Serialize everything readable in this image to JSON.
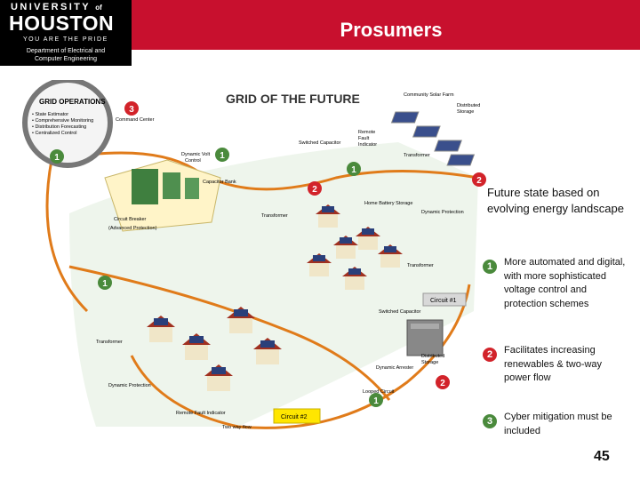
{
  "header": {
    "logo": {
      "university": "UNIVERSITY",
      "of": "of",
      "houston": "HOUSTON",
      "tagline": "YOU ARE THE PRIDE",
      "dept_line1": "Department of Electrical and",
      "dept_line2": "Computer Engineering"
    },
    "title": "Prosumers"
  },
  "diagram": {
    "title": "GRID OF THE FUTURE",
    "grid_ops": {
      "heading": "GRID OPERATIONS",
      "items": [
        "• State Estimator",
        "• Comprehensive Monitoring",
        "• Distribution Forecasting",
        "• Centralized Control"
      ]
    },
    "labels": {
      "command_center": "Command Center",
      "community_solar": "Community Solar Farm",
      "distributed_storage_1": "Distributed",
      "distributed_storage_2": "Storage",
      "remote_fault_1": "Remote",
      "remote_fault_2": "Fault",
      "remote_fault_3": "Indicator",
      "dynamic_volt": "Dynamic Volt",
      "control": "Control",
      "switched_capacitor": "Switched Capacitor",
      "capacitor_bank": "Capacitor Bank",
      "transformer": "Transformer",
      "circuit_breaker": "Circuit Breaker",
      "adv_protection": "(Advanced Protection)",
      "home_battery": "Home Battery Storage",
      "dynamic_protection": "Dynamic Protection",
      "circuit1": "Circuit #1",
      "circuit2": "Circuit #2",
      "two_way_flow": "Two way flow",
      "looped_circuit": "Looped Circuit",
      "switched_capacitor_2": "Switched Capacitor",
      "dynamic_protection_2": "Dynamic Protection",
      "remote_fault_bottom": "Remote Fault Indicator",
      "dynamic_arrester": "Dynamic Arrester"
    },
    "badges": [
      "3",
      "1",
      "1",
      "1",
      "2",
      "2",
      "1",
      "2",
      "1"
    ]
  },
  "legend": {
    "intro": "Future state based on evolving energy landscape",
    "items": [
      {
        "num": "1",
        "text": "More automated and digital, with more sophisticated voltage control and protection schemes"
      },
      {
        "num": "2",
        "text": "Facilitates increasing renewables & two-way power flow"
      },
      {
        "num": "3",
        "text": "Cyber mitigation must be included"
      }
    ]
  },
  "page_number": "45",
  "colors": {
    "header_red": "#c8102e",
    "logo_black": "#000000",
    "badge_red": "#d2232a",
    "badge_green": "#4a8a3c",
    "line_orange": "#e07b1a"
  }
}
